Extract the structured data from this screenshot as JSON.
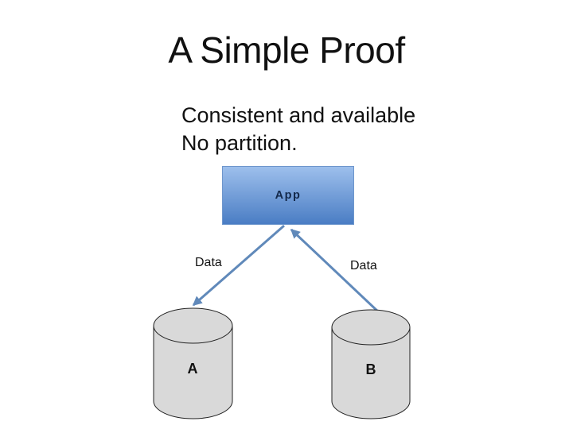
{
  "slide": {
    "title": "A Simple Proof",
    "body_lines": [
      "Consistent and available",
      "No partition."
    ],
    "diagram": {
      "app_box_label": "App",
      "left_link_label": "Data",
      "right_link_label": "Data",
      "cylinder_a_label": "A",
      "cylinder_b_label": "B"
    },
    "colors": {
      "background": "#ffffff",
      "text": "#111111",
      "app_gradient_top": "#9dbfec",
      "app_gradient_bottom": "#4a7dc4",
      "app_border": "#6e96cc",
      "app_text": "#13294b",
      "arrow": "#6089ba",
      "cylinder_fill": "#d9d9d9",
      "cylinder_stroke": "#222222"
    }
  }
}
